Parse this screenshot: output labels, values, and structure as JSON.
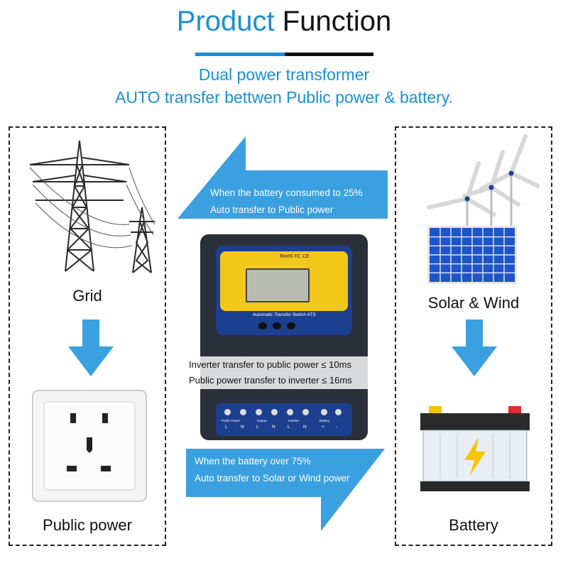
{
  "header": {
    "title_part1": "Product",
    "title_part2": "Function",
    "subtitle_line1": "Dual power transformer",
    "subtitle_line2": "AUTO transfer bettwen  Public power & battery."
  },
  "left_panel": {
    "top_label": "Grid",
    "bottom_label": "Public power"
  },
  "right_panel": {
    "top_label": "Solar & Wind",
    "bottom_label": "Battery"
  },
  "top_arrow": {
    "line1": "When the battery consumed to 25%",
    "line2": "Auto transfer to Public power"
  },
  "bottom_arrow": {
    "line1": "When the battery over 75%",
    "line2": "Auto transfer to Solar or Wind power"
  },
  "device": {
    "cert_marks": "RoHS FC CE",
    "name": "Automatic Transfer Switch ATS",
    "terminal_labels": [
      "Public Power",
      "Output",
      "Inverter",
      "Battery"
    ],
    "terminal_letters": [
      "L",
      "N",
      "L",
      "N",
      "L",
      "N",
      "+",
      "-"
    ]
  },
  "specs": {
    "line1": "Inverter transfer to public power ≤ 10ms",
    "line2": "Public power transfer to inverter ≤ 16ms"
  },
  "colors": {
    "brand_blue": "#1a8fd6",
    "arrow_blue": "#3aa0e0",
    "device_yellow": "#f4c81a",
    "device_navy": "#1c3f8f"
  }
}
